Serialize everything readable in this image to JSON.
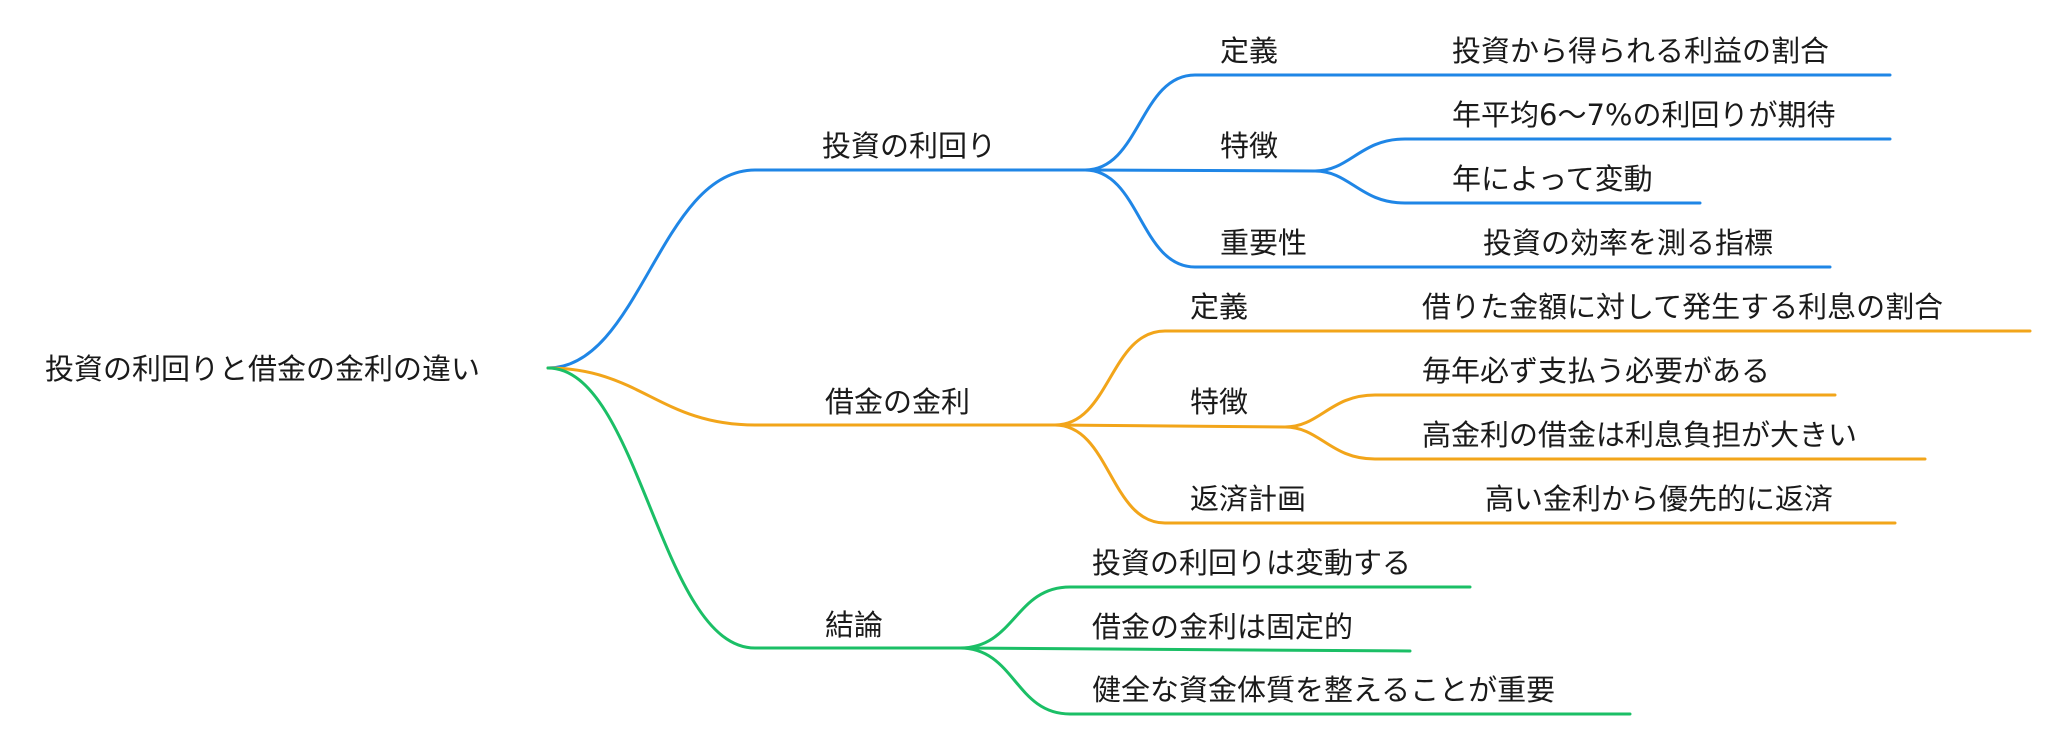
{
  "colors": {
    "branch_1": "#1f86e6",
    "branch_2": "#f2a51a",
    "branch_3": "#1bbf66",
    "text": "#1a1a1a",
    "background": "#ffffff"
  },
  "root": {
    "label": "投資の利回りと借金の金利の違い",
    "children": [
      {
        "label": "投資の利回り",
        "color": "#1f86e6",
        "children": [
          {
            "label": "定義",
            "children": [
              {
                "label": "投資から得られる利益の割合"
              }
            ]
          },
          {
            "label": "特徴",
            "children": [
              {
                "label": "年平均6〜7%の利回りが期待"
              },
              {
                "label": "年によって変動"
              }
            ]
          },
          {
            "label": "重要性",
            "children": [
              {
                "label": "投資の効率を測る指標"
              }
            ]
          }
        ]
      },
      {
        "label": "借金の金利",
        "color": "#f2a51a",
        "children": [
          {
            "label": "定義",
            "children": [
              {
                "label": "借りた金額に対して発生する利息の割合"
              }
            ]
          },
          {
            "label": "特徴",
            "children": [
              {
                "label": "毎年必ず支払う必要がある"
              },
              {
                "label": "高金利の借金は利息負担が大きい"
              }
            ]
          },
          {
            "label": "返済計画",
            "children": [
              {
                "label": "高い金利から優先的に返済"
              }
            ]
          }
        ]
      },
      {
        "label": "結論",
        "color": "#1bbf66",
        "children": [
          {
            "label": "投資の利回りは変動する"
          },
          {
            "label": "借金の金利は固定的"
          },
          {
            "label": "健全な資金体質を整えることが重要"
          }
        ]
      }
    ]
  }
}
